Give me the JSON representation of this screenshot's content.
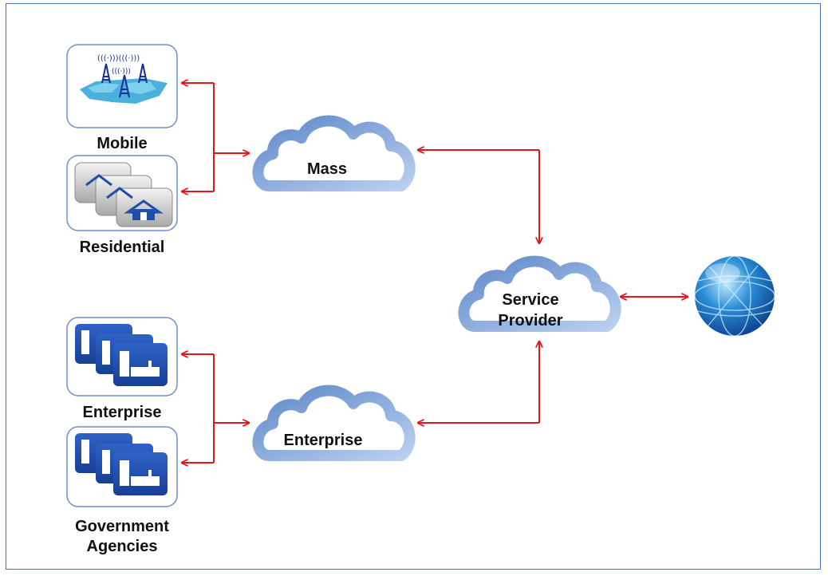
{
  "sources": {
    "mobile": "Mobile",
    "residential": "Residential",
    "enterprise": "Enterprise",
    "government_line1": "Government",
    "government_line2": "Agencies"
  },
  "clouds": {
    "mass": "Mass",
    "enterprise": "Enterprise",
    "service_provider_line1": "Service",
    "service_provider_line2": "Provider"
  },
  "colors": {
    "frame": "#4a72b0",
    "connector": "#e8141b",
    "cloud": "#7aa0d8",
    "tile_bg": "#2a56b8"
  }
}
